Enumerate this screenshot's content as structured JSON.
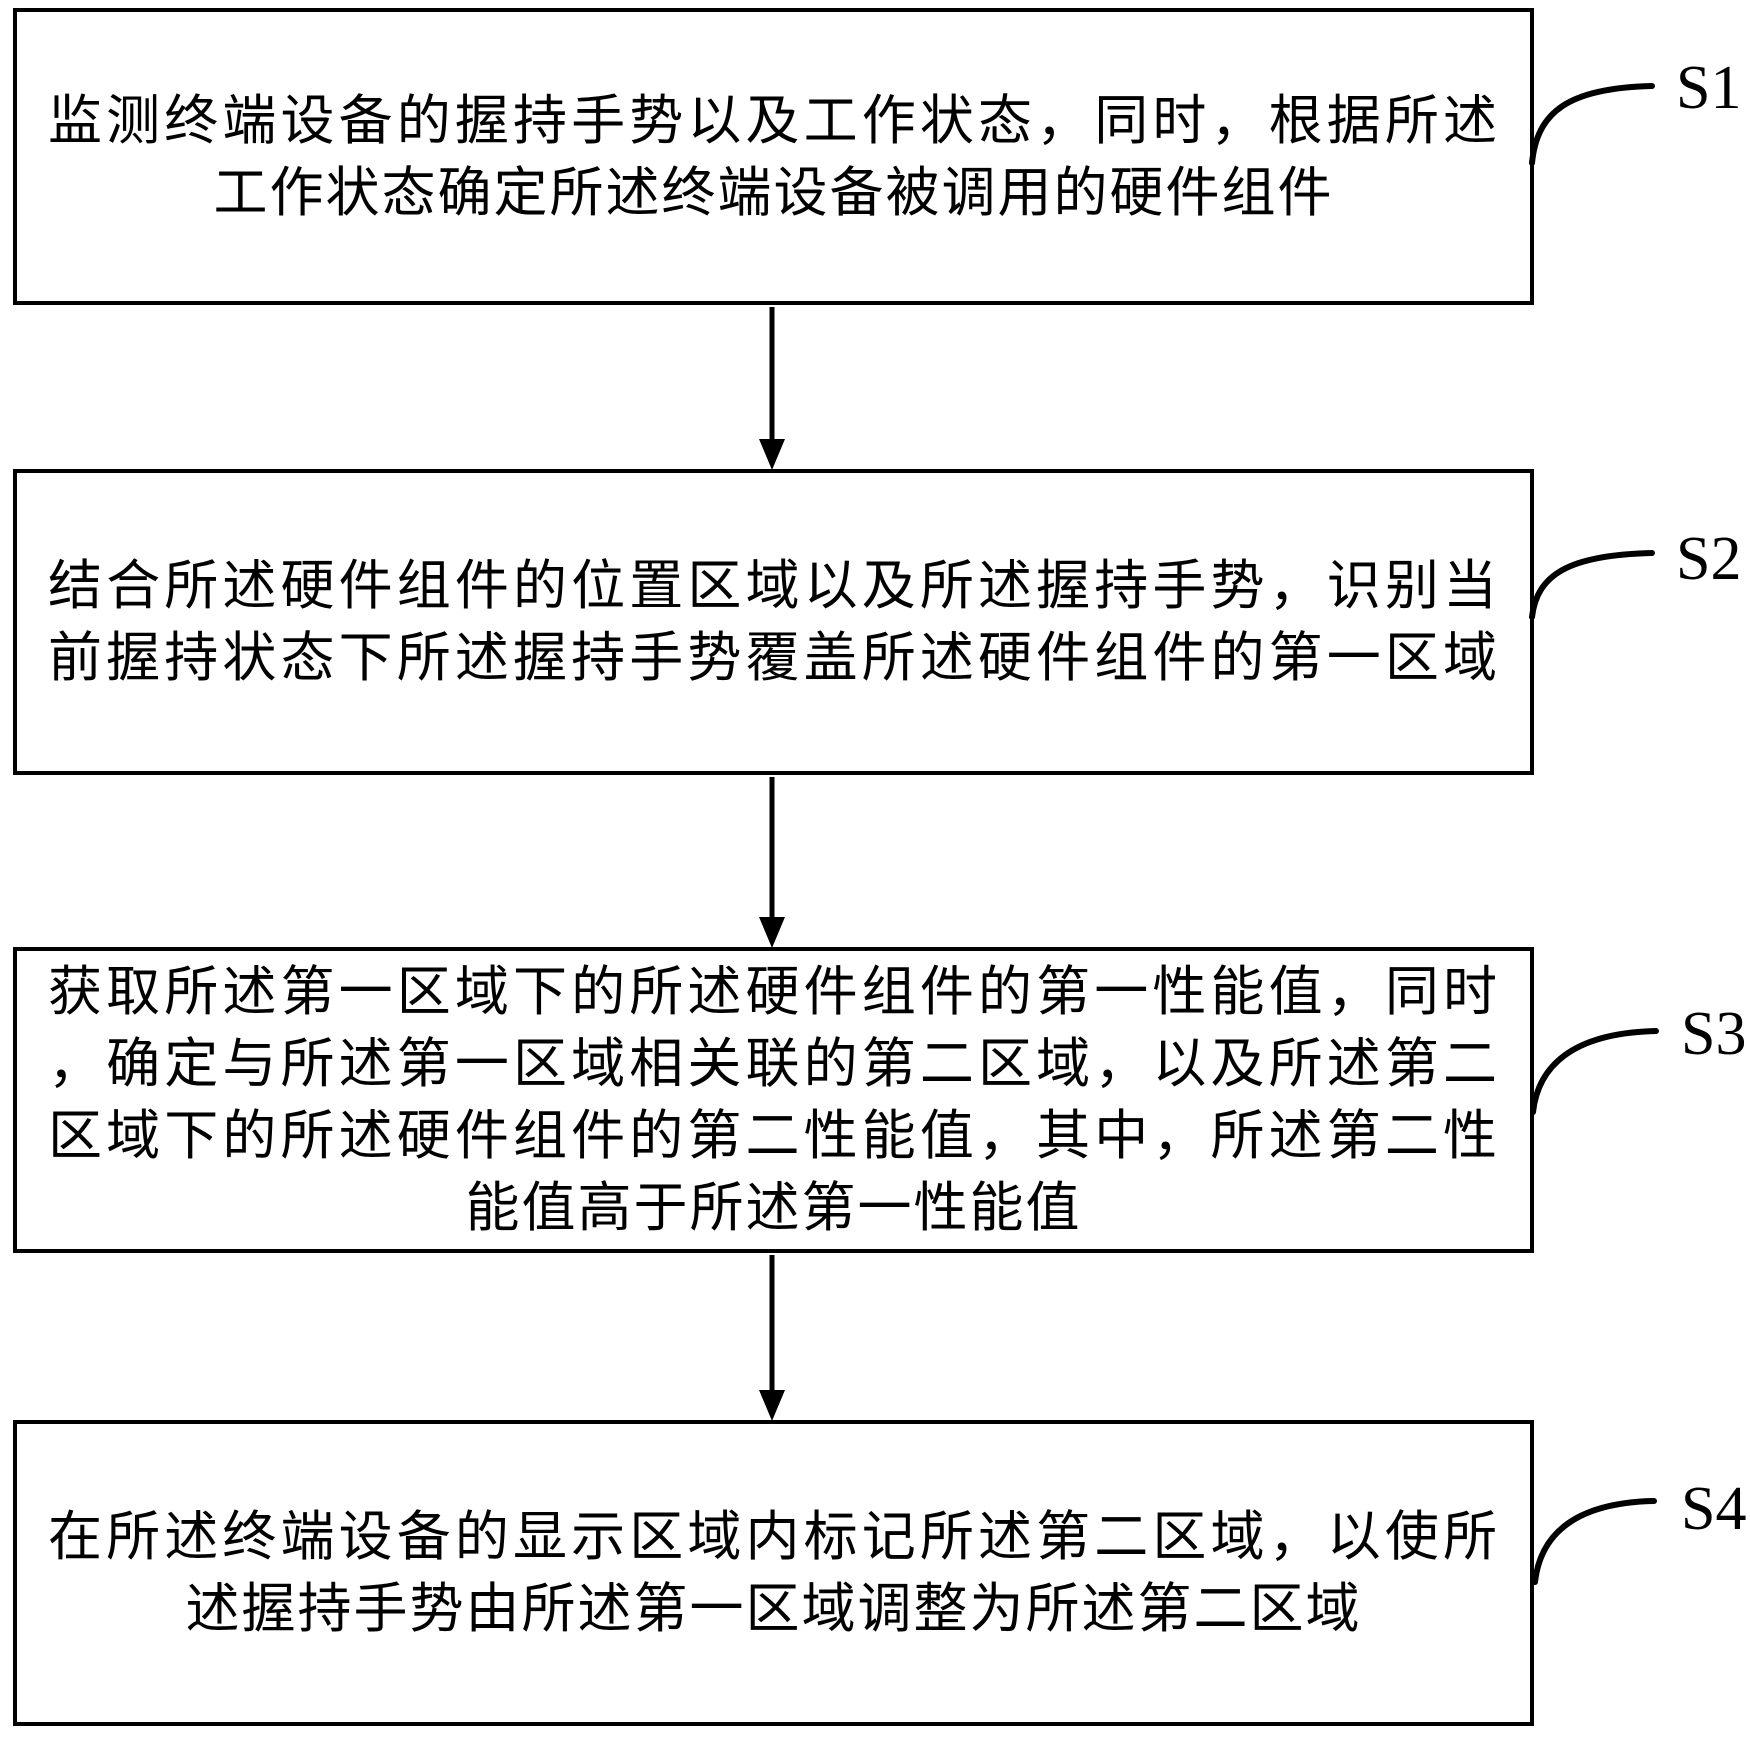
{
  "figure": {
    "type": "flowchart",
    "background_color": "#ffffff",
    "line_color": "#000000",
    "steps": [
      {
        "label": "S1",
        "lines": [
          "监测终端设备的握持手势以及工作状态，同时，根据所述",
          "工作状态确定所述终端设备被调用的硬件组件"
        ]
      },
      {
        "label": "S2",
        "lines": [
          "结合所述硬件组件的位置区域以及所述握持手势，识别当",
          "前握持状态下所述握持手势覆盖所述硬件组件的第一区域"
        ]
      },
      {
        "label": "S3",
        "lines": [
          "获取所述第一区域下的所述硬件组件的第一性能值，同时",
          "，确定与所述第一区域相关联的第二区域，以及所述第二",
          "区域下的所述硬件组件的第二性能值，其中，所述第二性",
          "能值高于所述第一性能值"
        ]
      },
      {
        "label": "S4",
        "lines": [
          "在所述终端设备的显示区域内标记所述第二区域，以使所",
          "述握持手势由所述第一区域调整为所述第二区域"
        ]
      }
    ]
  }
}
